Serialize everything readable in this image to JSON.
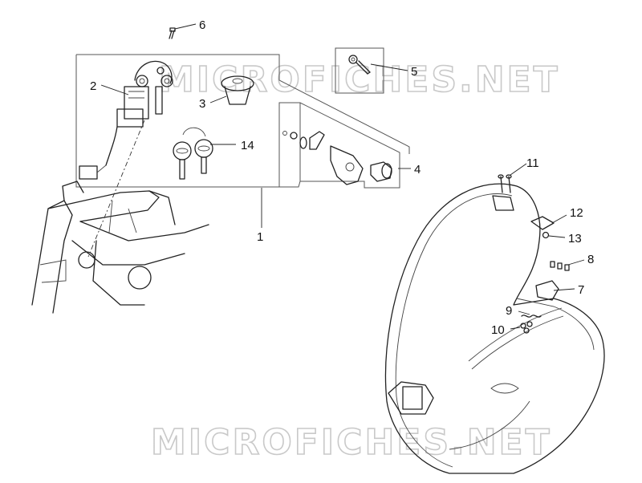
{
  "watermark": {
    "text": "MICROFICHES.NET",
    "color": "#c9c9c9"
  },
  "callouts": [
    {
      "id": "c1",
      "label": "1"
    },
    {
      "id": "c2",
      "label": "2"
    },
    {
      "id": "c3",
      "label": "3"
    },
    {
      "id": "c4",
      "label": "4"
    },
    {
      "id": "c5",
      "label": "5"
    },
    {
      "id": "c6",
      "label": "6"
    },
    {
      "id": "c7",
      "label": "7"
    },
    {
      "id": "c8",
      "label": "8"
    },
    {
      "id": "c9",
      "label": "9"
    },
    {
      "id": "c10",
      "label": "10"
    },
    {
      "id": "c11",
      "label": "11"
    },
    {
      "id": "c12",
      "label": "12"
    },
    {
      "id": "c13",
      "label": "13"
    },
    {
      "id": "c14",
      "label": "14"
    }
  ],
  "colors": {
    "line": "#222222",
    "frame": "#555555",
    "background": "#ffffff"
  }
}
